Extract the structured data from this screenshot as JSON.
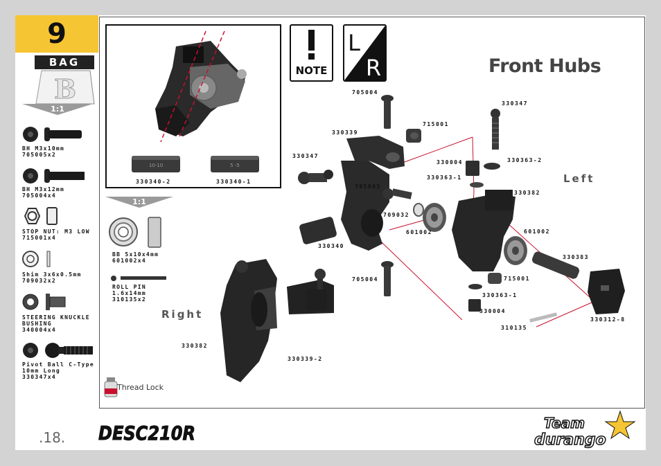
{
  "step": {
    "number": "9"
  },
  "bag": {
    "label": "BAG",
    "letter": "B"
  },
  "scale": {
    "parts_scale": "1:1",
    "bearing_scale": "1:1"
  },
  "parts_list": [
    {
      "name": "BH M3x10mm",
      "code": "705005x2"
    },
    {
      "name": "BH M3x12mm",
      "code": "705004x4"
    },
    {
      "name": "STOP NUT: M3 LOW",
      "code": "715001x4"
    },
    {
      "name": "Shim 3x6x0.5mm",
      "code": "709032x2"
    },
    {
      "name": "STEERING KNUCKLE",
      "name2": "BUSHING",
      "code": "340004x4"
    },
    {
      "name": "Pivot Ball C-Type",
      "name2": "10mm Long",
      "code": "330347x4"
    }
  ],
  "bearings": [
    {
      "name": "BB 5x10x4mm",
      "code": "601002x4"
    },
    {
      "name": "ROLL PIN",
      "name2": "1.6x14mm",
      "code": "310135x2"
    }
  ],
  "inset": {
    "part_a": "330340-2",
    "part_b": "330340-1",
    "mark_a": "10-10",
    "mark_b": "5 -5"
  },
  "icons": {
    "note_label": "NOTE",
    "lr_left": "L",
    "lr_right": "R"
  },
  "title": "Front Hubs",
  "side_labels": {
    "left": "Left",
    "right": "Right"
  },
  "callouts": {
    "p705004_top": "705004",
    "p715001_top": "715001",
    "p330339": "330339",
    "p330347_left": "330347",
    "p330004_top": "330004",
    "p330363_2": "330363-2",
    "p330347_right": "330347",
    "p330363_1_top": "330363-1",
    "p705005": "705005",
    "p709032": "709032",
    "p601002_left": "601002",
    "p330340": "330340",
    "p330382_top": "330382",
    "p601002_right": "601002",
    "p330383": "330383",
    "p705004_bot": "705004",
    "p715001_bot": "715001",
    "p330363_1_bot": "330363-1",
    "p330004_bot": "330004",
    "p310135": "310135",
    "p330312_8": "330312-8",
    "p330382_bot": "330382",
    "p330339_2": "330339-2"
  },
  "thread_lock": "Thread Lock",
  "footer": {
    "page": ".18.",
    "product_logo": "DESC210R",
    "brand_line1": "Team",
    "brand_line2": "durango"
  },
  "colors": {
    "accent_yellow": "#f6c533",
    "line_red": "#c8102e",
    "frame_gray": "#d3d3d3"
  }
}
